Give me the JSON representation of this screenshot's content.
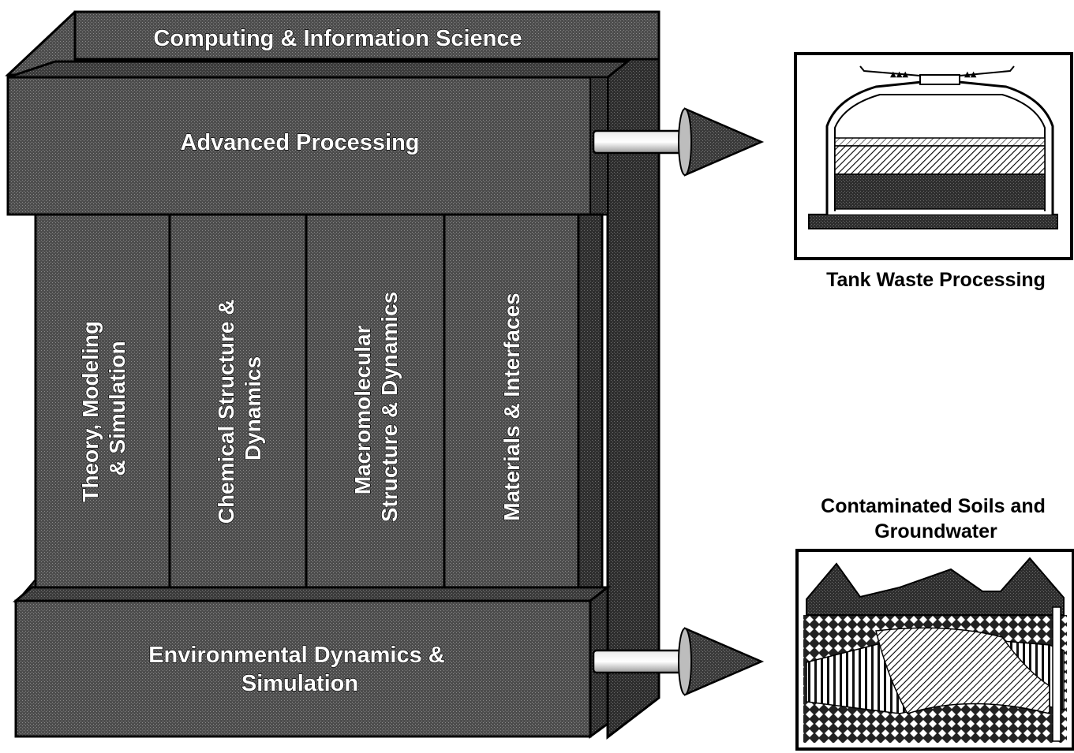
{
  "diagram": {
    "top_beam_label": "Computing & Information Science",
    "middle_beam_label": "Advanced Processing",
    "columns": [
      {
        "lines": [
          "Theory, Modeling",
          "& Simulation"
        ]
      },
      {
        "lines": [
          "Chemical Structure &",
          "Dynamics"
        ]
      },
      {
        "lines": [
          "Macromolecular",
          "Structure & Dynamics"
        ]
      },
      {
        "lines": [
          "Materials & Interfaces"
        ]
      }
    ],
    "bottom_beam_label": [
      "Environmental Dynamics &",
      "Simulation"
    ]
  },
  "outputs": {
    "tank": {
      "caption": "Tank Waste Processing"
    },
    "soils": {
      "caption_lines": [
        "Contaminated Soils and",
        "Groundwater"
      ]
    }
  },
  "colors": {
    "block": "#4a4a4a",
    "block_dark": "#2a2a2a",
    "block_side": "#383838",
    "line": "#000000",
    "text": "#ffffff",
    "arrow_tip": "#8a8a8a"
  }
}
